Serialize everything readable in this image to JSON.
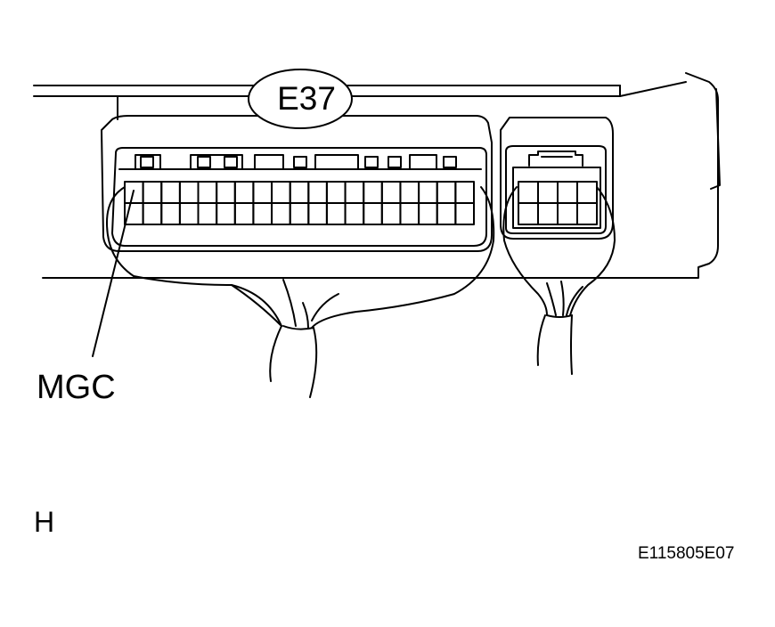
{
  "connector_badge": {
    "label": "E37"
  },
  "callout": {
    "label": "MGC"
  },
  "view_letter": "H",
  "figure_id": "E115805E07",
  "colors": {
    "line": "#000000",
    "background": "#ffffff"
  },
  "main_connector": {
    "pin_columns": 19,
    "pin_rows": 2
  },
  "small_connector": {
    "pin_columns": 4,
    "pin_rows": 2
  }
}
